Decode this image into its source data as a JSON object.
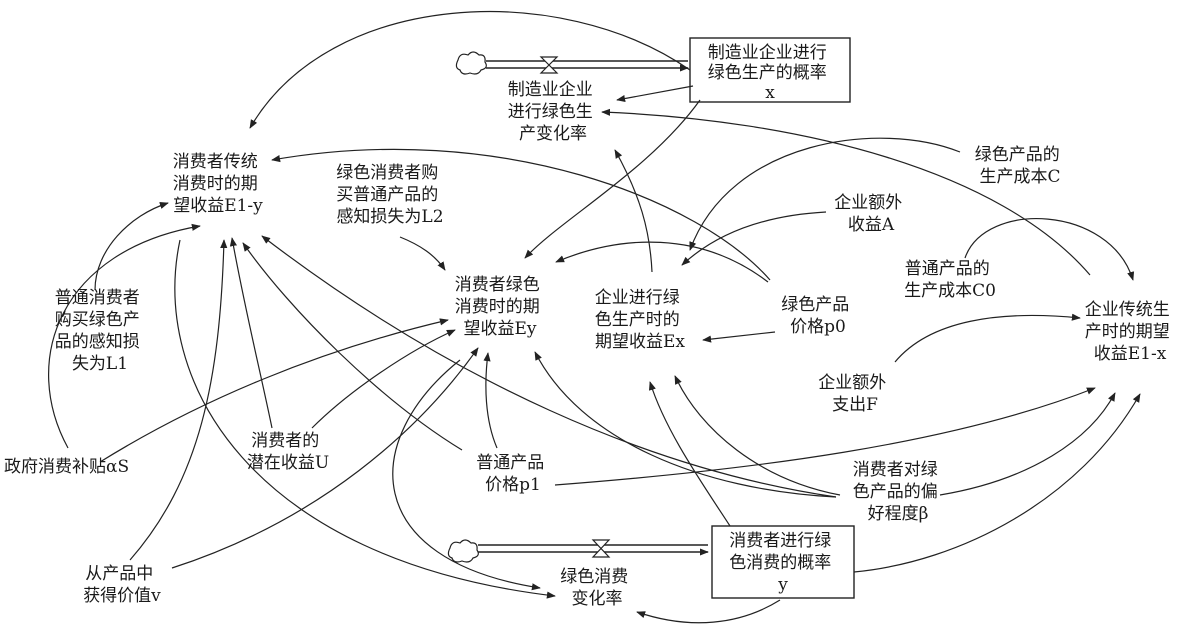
{
  "nodes": {
    "stock_x": [
      "制造业企业进行",
      "绿色生产的概率",
      "x"
    ],
    "rate_x": [
      "制造业企业",
      "进行绿色生",
      "产变化率"
    ],
    "e1y": [
      "消费者传统",
      "消费时的期",
      "望收益E1-y"
    ],
    "ey": [
      "消费者绿色",
      "消费时的期",
      "望收益Ey"
    ],
    "ex": [
      "企业进行绿",
      "色生产时的",
      "期望收益Ex"
    ],
    "e1x": [
      "企业传统生",
      "产时的期望",
      "收益E1-x"
    ],
    "l2": [
      "绿色消费者购",
      "买普通产品的",
      "感知损失为L2"
    ],
    "l1": [
      "普通消费者",
      "购买绿色产",
      "品的感知损",
      "失为L1"
    ],
    "c": [
      "绿色产品的",
      "生产成本C"
    ],
    "a": [
      "企业额外",
      "收益A"
    ],
    "c0": [
      "普通产品的",
      "生产成本C0"
    ],
    "p0": [
      "绿色产品",
      "价格p0"
    ],
    "f": [
      "企业额外",
      "支出F"
    ],
    "as": [
      "政府消费补贴αS"
    ],
    "u": [
      "消费者的",
      "潜在收益U"
    ],
    "p1": [
      "普通产品",
      "价格p1"
    ],
    "beta": [
      "消费者对绿",
      "色产品的偏",
      "好程度β"
    ],
    "v": [
      "从产品中",
      "获得价值v"
    ],
    "stock_y": [
      "消费者进行绿",
      "色消费的概率",
      "y"
    ],
    "rate_y": [
      "绿色消费",
      "变化率"
    ]
  }
}
